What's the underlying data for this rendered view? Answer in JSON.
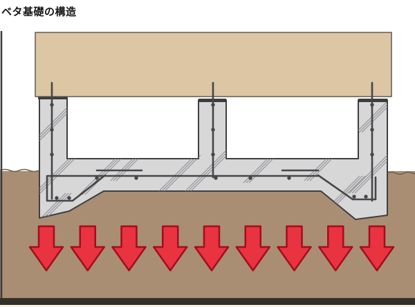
{
  "title": "ベタ基礎の構造",
  "diagram": {
    "subject": "mat-foundation-cross-section",
    "colors": {
      "background": "#ffffff",
      "building": "#dcc6a3",
      "building_outline": "#5f5a52",
      "concrete": "#d7d7d8",
      "concrete_outline": "#3e3e42",
      "wall_cap": "#3c3c3e",
      "hatch": "#8b8b90",
      "rebar": "#46464a",
      "soil": "#a98e73",
      "soil_edge": "#6f5d49",
      "ground_strip": "#33302c",
      "page_edge": "#f6f1e9",
      "frame_line": "#3a3a3a",
      "arrow_fill": "#e93340",
      "arrow_outline": "#a30d1c"
    },
    "load_arrows": {
      "count": 9,
      "direction": "down"
    }
  }
}
